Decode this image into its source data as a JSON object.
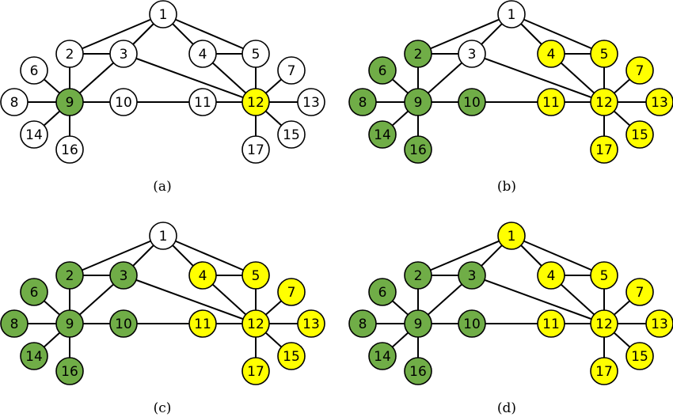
{
  "figure": {
    "colors": {
      "green": "#70AD47",
      "yellow": "#FFFF00",
      "white": "#FFFFFF",
      "stroke": "#000000"
    },
    "nodes": [
      "1",
      "2",
      "3",
      "4",
      "5",
      "6",
      "7",
      "8",
      "9",
      "10",
      "11",
      "12",
      "13",
      "14",
      "15",
      "16",
      "17"
    ],
    "edges": [
      [
        "1",
        "2"
      ],
      [
        "1",
        "3"
      ],
      [
        "1",
        "4"
      ],
      [
        "1",
        "5"
      ],
      [
        "2",
        "3"
      ],
      [
        "2",
        "9"
      ],
      [
        "3",
        "9"
      ],
      [
        "3",
        "12"
      ],
      [
        "4",
        "5"
      ],
      [
        "4",
        "12"
      ],
      [
        "5",
        "12"
      ],
      [
        "6",
        "9"
      ],
      [
        "8",
        "9"
      ],
      [
        "14",
        "9"
      ],
      [
        "16",
        "9"
      ],
      [
        "9",
        "10"
      ],
      [
        "10",
        "11"
      ],
      [
        "11",
        "12"
      ],
      [
        "7",
        "12"
      ],
      [
        "13",
        "12"
      ],
      [
        "15",
        "12"
      ],
      [
        "17",
        "12"
      ]
    ],
    "panels": [
      {
        "caption": "(a)",
        "node_colors": {
          "1": "white",
          "2": "white",
          "3": "white",
          "4": "white",
          "5": "white",
          "6": "white",
          "7": "white",
          "8": "white",
          "9": "green",
          "10": "white",
          "11": "white",
          "12": "yellow",
          "13": "white",
          "14": "white",
          "15": "white",
          "16": "white",
          "17": "white"
        }
      },
      {
        "caption": "(b)",
        "node_colors": {
          "1": "white",
          "2": "green",
          "3": "white",
          "4": "yellow",
          "5": "yellow",
          "6": "green",
          "7": "yellow",
          "8": "green",
          "9": "green",
          "10": "green",
          "11": "yellow",
          "12": "yellow",
          "13": "yellow",
          "14": "green",
          "15": "yellow",
          "16": "green",
          "17": "yellow"
        }
      },
      {
        "caption": "(c)",
        "node_colors": {
          "1": "white",
          "2": "green",
          "3": "green",
          "4": "yellow",
          "5": "yellow",
          "6": "green",
          "7": "yellow",
          "8": "green",
          "9": "green",
          "10": "green",
          "11": "yellow",
          "12": "yellow",
          "13": "yellow",
          "14": "green",
          "15": "yellow",
          "16": "green",
          "17": "yellow"
        }
      },
      {
        "caption": "(d)",
        "node_colors": {
          "1": "yellow",
          "2": "green",
          "3": "green",
          "4": "yellow",
          "5": "yellow",
          "6": "green",
          "7": "yellow",
          "8": "green",
          "9": "green",
          "10": "green",
          "11": "yellow",
          "12": "yellow",
          "13": "yellow",
          "14": "green",
          "15": "yellow",
          "16": "green",
          "17": "yellow"
        }
      }
    ]
  }
}
